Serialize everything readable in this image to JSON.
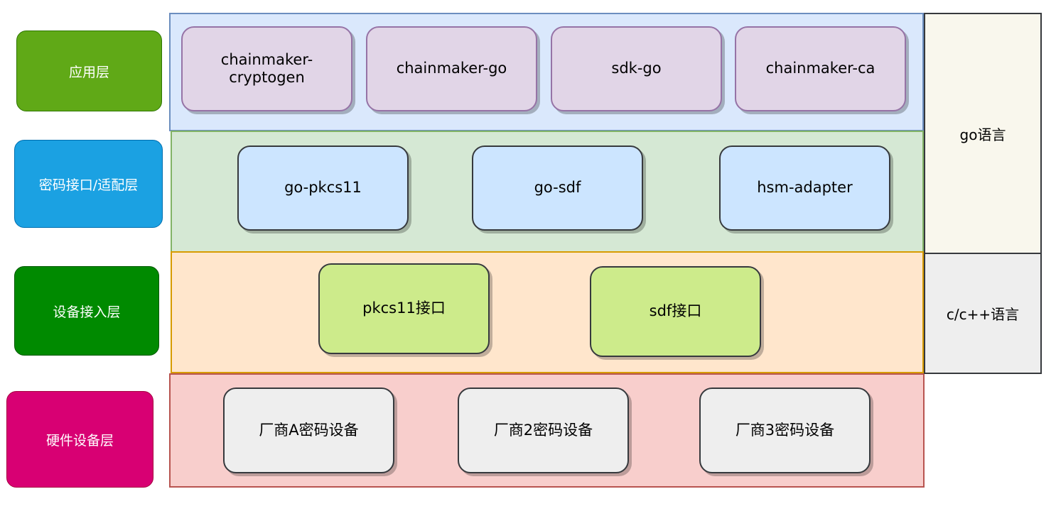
{
  "layers": {
    "application": "应用层",
    "crypto_interface": "密码接口/适配层",
    "device_access": "设备接入层",
    "hardware": "硬件设备层"
  },
  "application_components": [
    "chainmaker-\ncryptogen",
    "chainmaker-go",
    "sdk-go",
    "chainmaker-ca"
  ],
  "crypto_components": [
    "go-pkcs11",
    "go-sdf",
    "hsm-adapter"
  ],
  "device_components": [
    "pkcs11接口",
    "sdf接口"
  ],
  "hardware_components": [
    "厂商A密码设备",
    "厂商2密码设备",
    "厂商3密码设备"
  ],
  "languages": {
    "go": "go语言",
    "c": "c/c++语言"
  },
  "colors": {
    "app_label": "#60a917",
    "crypto_label": "#1ba1e2",
    "device_label": "#008a00",
    "hardware_label": "#d80073",
    "app_band": "#dae8fc",
    "crypto_band": "#d5e8d4",
    "device_band": "#ffe6cc",
    "hardware_band": "#f8cecc"
  }
}
